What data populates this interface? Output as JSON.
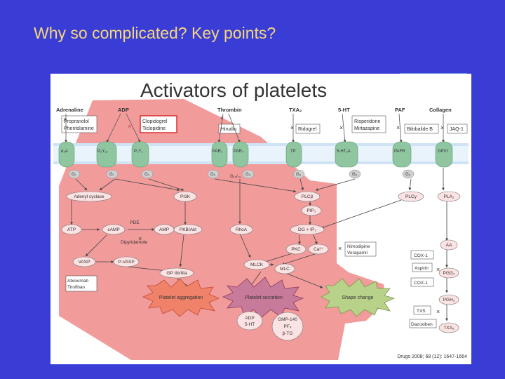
{
  "slide": {
    "title": "Why so complicated?  Key points?"
  },
  "figure": {
    "heading": "Activators of platelets",
    "citation": "Drugs 2008; 68 (12): 1647-1664",
    "agonists": {
      "adrenaline": "Adrenaline",
      "adp": "ADP",
      "thrombin": "Thrombin",
      "txa2": "TXA₂",
      "ht5": "5-HT",
      "paf": "PAF",
      "collagen": "Collagen"
    },
    "drugs": {
      "propranolol": "Propranolol",
      "phentolamine": "Phentolamine",
      "clopidogrel": "Clopidogrel",
      "ticlopidine": "Ticlopidine",
      "hirudin": "Hirudin",
      "ridogrel": "Ridogrel",
      "risperidone": "Risperidone",
      "mirtazapine": "Mirtazapine",
      "bilobalide": "Bilobalide B",
      "jaq1": "JAQ-1",
      "dipyridamole": "Dipyridamole",
      "abciximab": "Abciximab",
      "tirofiban": "Tirofiban",
      "nimodipine": "Nimodipine",
      "verapamil": "Verapamil",
      "aspirin": "Aspirin",
      "dazoxiben": "Dazoxiben"
    },
    "receptors": {
      "a2a": "α₂A",
      "p2y12": "P₂Y₁₂",
      "p2y1": "P₂Y₁",
      "par1": "PAR₁",
      "par4": "PAR₄",
      "tp": "TP",
      "ht2a": "5-HT₂A",
      "pafr": "PAFR",
      "gpvi": "GPVI"
    },
    "gproteins": {
      "gi_a": "Gᵢ",
      "gi_b": "Gᵢ",
      "gs": "Gₛ",
      "gq_a": "G₉",
      "g1213": "G₁₂/₁₃",
      "gq_b": "G₉",
      "gq_c": "G₉",
      "gq_d": "G₉",
      "gq_e": "G₉"
    },
    "nodes": {
      "adenyl": "Adenyl cyclase",
      "pi3k": "PI3K",
      "plcb": "PLCβ",
      "plcg": "PLCγ",
      "pla2": "PLA₂",
      "pip2": "PIP₂",
      "atp": "ATP",
      "camp": "cAMP",
      "pde": "PDE",
      "amp": "AMP",
      "pkb": "PKB/Akt",
      "rhoa": "RhoA",
      "dgip3": "DG + IP₃",
      "aa": "AA",
      "pkc": "PKC",
      "ca": "Ca²⁺",
      "vasp": "VASP",
      "pvasp": "P-VASP",
      "cox1a": "COX-1",
      "gp2b3a": "GP IIb/IIIa",
      "mlck": "MLCK",
      "mlc": "MLC",
      "pgg2": "PGG₂",
      "cox1b": "COX-1",
      "pgh2": "PGH₂",
      "txs": "TXS",
      "txa2b": "TXA₂"
    },
    "outcomes": {
      "aggregation": "Platelet aggregation",
      "secretion": "Platelet secretion",
      "shape": "Shape change"
    },
    "secreted": {
      "adp": "ADP",
      "ht5": "5-HT",
      "gmp140": "GMP-140",
      "pf4": "PF₄",
      "btg": "β-TG"
    },
    "colors": {
      "slide_bg": "#3a3cd6",
      "title_text": "#f5d77a",
      "shaded_region": "#f08a8a",
      "receptor": "#8fc6a0",
      "drug_box": "#d93030",
      "aggregation_burst": "#f0826a",
      "secretion_burst": "#c87a9a",
      "shape_burst": "#b9d28a"
    }
  }
}
